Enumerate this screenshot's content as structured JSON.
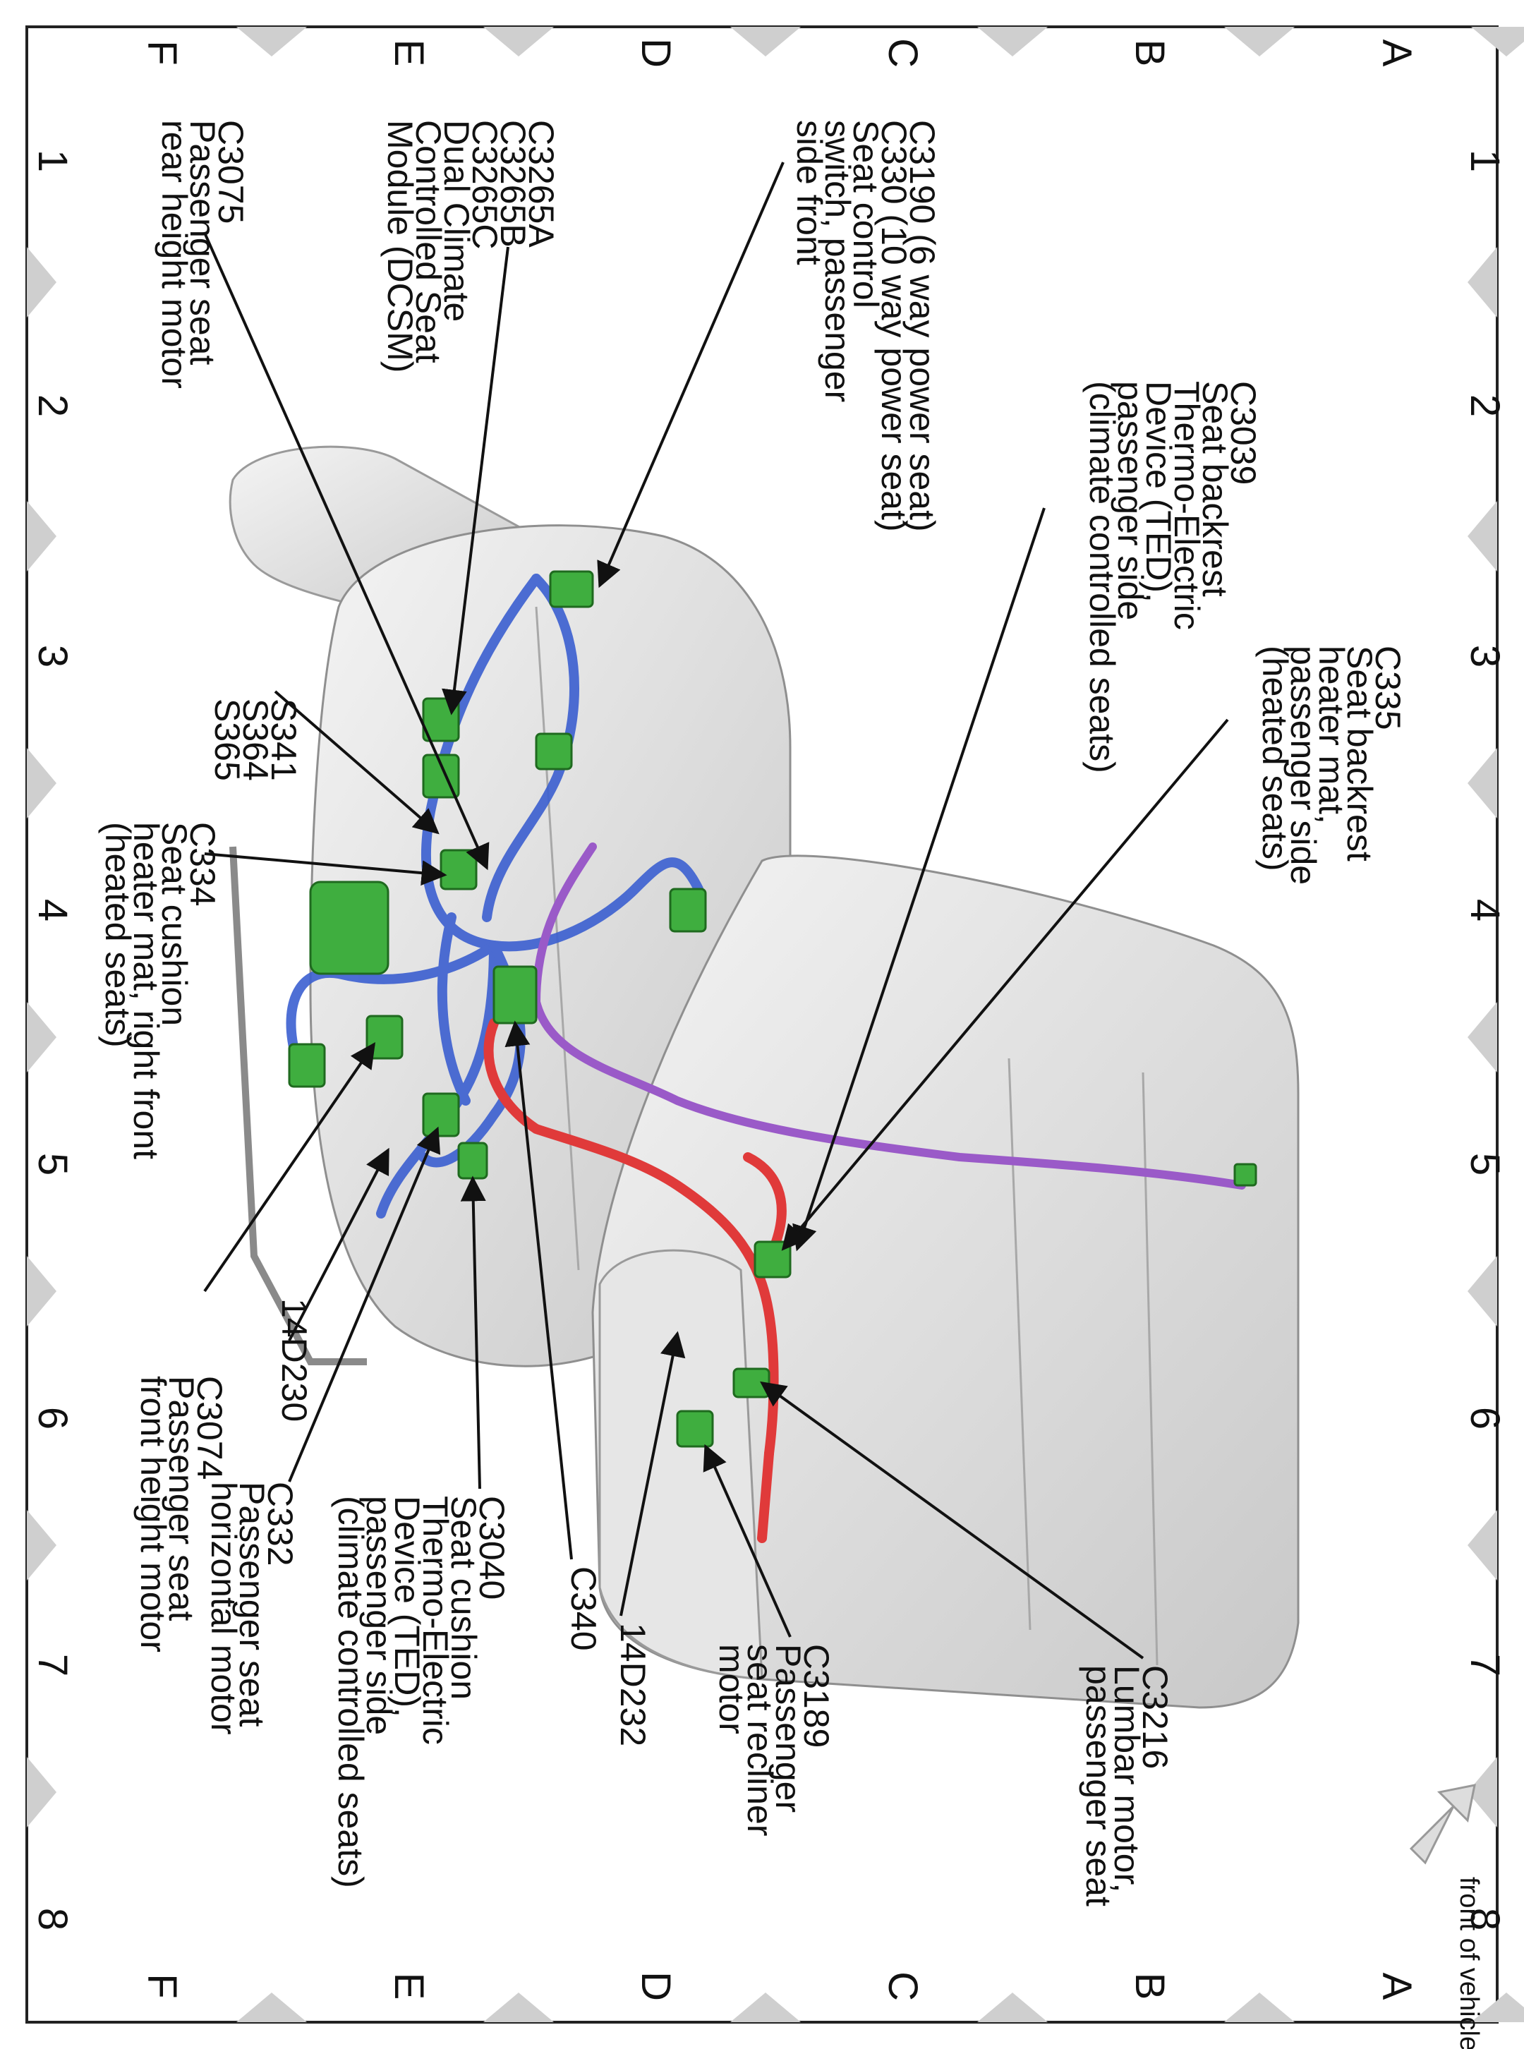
{
  "grid": {
    "columns": [
      "1",
      "2",
      "3",
      "4",
      "5",
      "6",
      "7",
      "8"
    ],
    "rows": [
      "A",
      "B",
      "C",
      "D",
      "E",
      "F"
    ]
  },
  "front_indicator": {
    "label": "front of vehicle",
    "icon": "arrow-up-left-icon"
  },
  "callouts": [
    {
      "id": "c3039",
      "lines": [
        "C3039",
        "Seat backrest",
        "Thermo-Electric",
        "Device (TED),",
        "passenger side",
        "(climate controlled seats)"
      ]
    },
    {
      "id": "c335",
      "lines": [
        "C335",
        "Seat backrest",
        "heater mat,",
        "passenger side",
        "(heated seats)"
      ]
    },
    {
      "id": "c3190",
      "lines": [
        "C3190  (6 way power seat)",
        "C330   (10 way power seat)",
        "Seat control",
        "switch, passenger",
        "side front"
      ]
    },
    {
      "id": "c3265",
      "lines": [
        "C3265A",
        "C3265B",
        "C3265C",
        "Dual Climate",
        "Controlled Seat",
        "Module (DCSM)"
      ]
    },
    {
      "id": "c3075",
      "lines": [
        "C3075",
        "Passenger seat",
        "rear height motor"
      ]
    },
    {
      "id": "s341",
      "lines": [
        "S341",
        "S364",
        "S365"
      ]
    },
    {
      "id": "c334",
      "lines": [
        "C334",
        "Seat cushion",
        "heater mat, right front",
        "(heated seats)"
      ]
    },
    {
      "id": "c3074",
      "lines": [
        "C3074",
        "Passenger seat",
        "front height motor"
      ]
    },
    {
      "id": "14d230",
      "lines": [
        "14D230"
      ]
    },
    {
      "id": "c332",
      "lines": [
        "C332",
        "Passenger seat",
        "horizontal motor"
      ]
    },
    {
      "id": "c3040",
      "lines": [
        "C3040",
        "Seat cushion",
        "Thermo-Electric",
        "Device (TED),",
        "passenger side",
        "(climate controlled seats)"
      ]
    },
    {
      "id": "c340",
      "lines": [
        "C340"
      ]
    },
    {
      "id": "14d232",
      "lines": [
        "14D232"
      ]
    },
    {
      "id": "c3189",
      "lines": [
        "C3189",
        "Passenger",
        "seat recliner",
        "motor"
      ]
    },
    {
      "id": "c3216",
      "lines": [
        "C3216",
        "Lumbar motor,",
        "passenger seat"
      ]
    }
  ],
  "colors": {
    "harness_blue": "#3b5fd0",
    "harness_red": "#e03a3a",
    "harness_purple": "#9a5ac8",
    "connector_green": "#3fae3f",
    "seat_gray": "#d9d9d9",
    "marker_gray": "#c9c9c9"
  }
}
